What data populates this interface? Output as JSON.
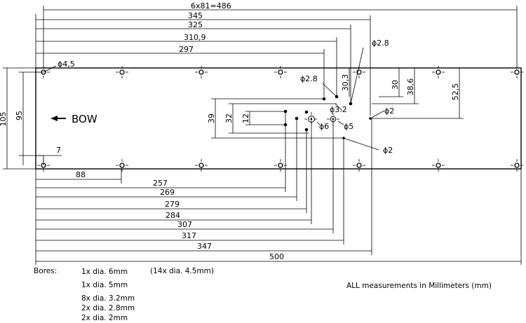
{
  "title_dims": {
    "top": "6x81=486",
    "d345": "345",
    "d325": "325",
    "d310": "310,9",
    "d297": "297",
    "d88": "88",
    "d257": "257",
    "d269": "269",
    "d279": "279",
    "d284": "284",
    "d307": "307",
    "d317": "317",
    "d347": "347",
    "d500": "500"
  },
  "side_dims": {
    "h105": "105",
    "h95": "95",
    "h7": "7",
    "h39": "39",
    "h32": "32",
    "h12": "12"
  },
  "right_dims": {
    "d30": "30",
    "d38": "38,6",
    "d52": "52,5",
    "d30_3": "30,3"
  },
  "bore_labels": {
    "phi45": "ϕ4,5",
    "phi28a": "ϕ2.8",
    "phi28b": "ϕ2.8",
    "phi32": "ϕ3.2",
    "phi2a": "ϕ2",
    "phi2b": "ϕ2",
    "phi6": "ϕ6",
    "phi5": "ϕ5"
  },
  "bow_label": "BOW",
  "bores_title": "Bores:",
  "bores": [
    "1x dia. 6mm",
    "1x dia. 5mm",
    "8x dia. 3.2mm",
    "2x dia. 2.8mm",
    "2x dia. 2mm"
  ],
  "bores_extra": "(14x dia. 4.5mm)",
  "units_note": "ALL measurements in Millimeters (mm)"
}
